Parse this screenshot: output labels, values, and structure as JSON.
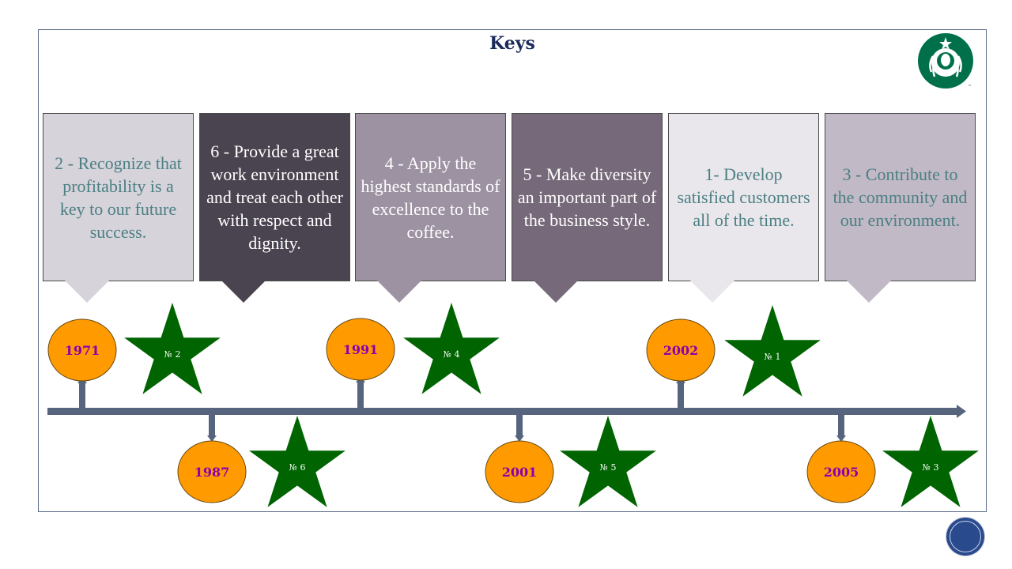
{
  "title": "Keys",
  "keys": [
    {
      "text": "2 - Recognize that profitability is a key to our future success.",
      "bg": "#d6d3da",
      "color": "#4b7f83"
    },
    {
      "text": "6 - Provide a great work environment and treat each other with respect and dignity.",
      "bg": "#4a4350",
      "color": "#ffffff"
    },
    {
      "text": "4 - Apply the highest standards of excellence to the coffee.",
      "bg": "#9d92a2",
      "color": "#ffffff"
    },
    {
      "text": "5 - Make diversity an important part of the business style.",
      "bg": "#766979",
      "color": "#ffffff"
    },
    {
      "text": "1- Develop satisfied customers all of the time.",
      "bg": "#e9e7ec",
      "color": "#4b7f83"
    },
    {
      "text": "3 - Contribute to the community and our environment.",
      "bg": "#c1b9c5",
      "color": "#4b7f83"
    }
  ],
  "timeline": [
    {
      "year": "1971",
      "star": "№ 2"
    },
    {
      "year": "1987",
      "star": "№ 6"
    },
    {
      "year": "1991",
      "star": "№ 4"
    },
    {
      "year": "2001",
      "star": "№ 5"
    },
    {
      "year": "2002",
      "star": "№ 1"
    },
    {
      "year": "2005",
      "star": "№ 3"
    }
  ],
  "colors": {
    "circle": "#ff9a00",
    "year_text": "#8a00b0",
    "star": "#006400",
    "line": "#56647e"
  },
  "logo_tm": "™"
}
